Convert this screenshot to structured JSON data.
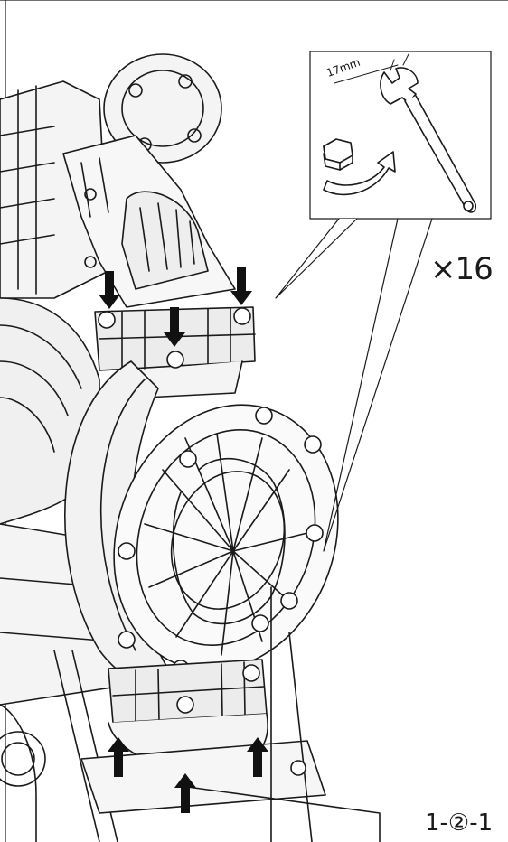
{
  "callout": {
    "wrench_size": "17mm",
    "icons": [
      "bolt-head-icon",
      "rotate-arrow-icon",
      "wrench-icon"
    ]
  },
  "quantity_label": "×16",
  "step_label": "1-②-1",
  "colors": {
    "line": "#1a1a1a",
    "fill_light": "#f2f2f2",
    "fill_mid": "#d9d9d9"
  }
}
